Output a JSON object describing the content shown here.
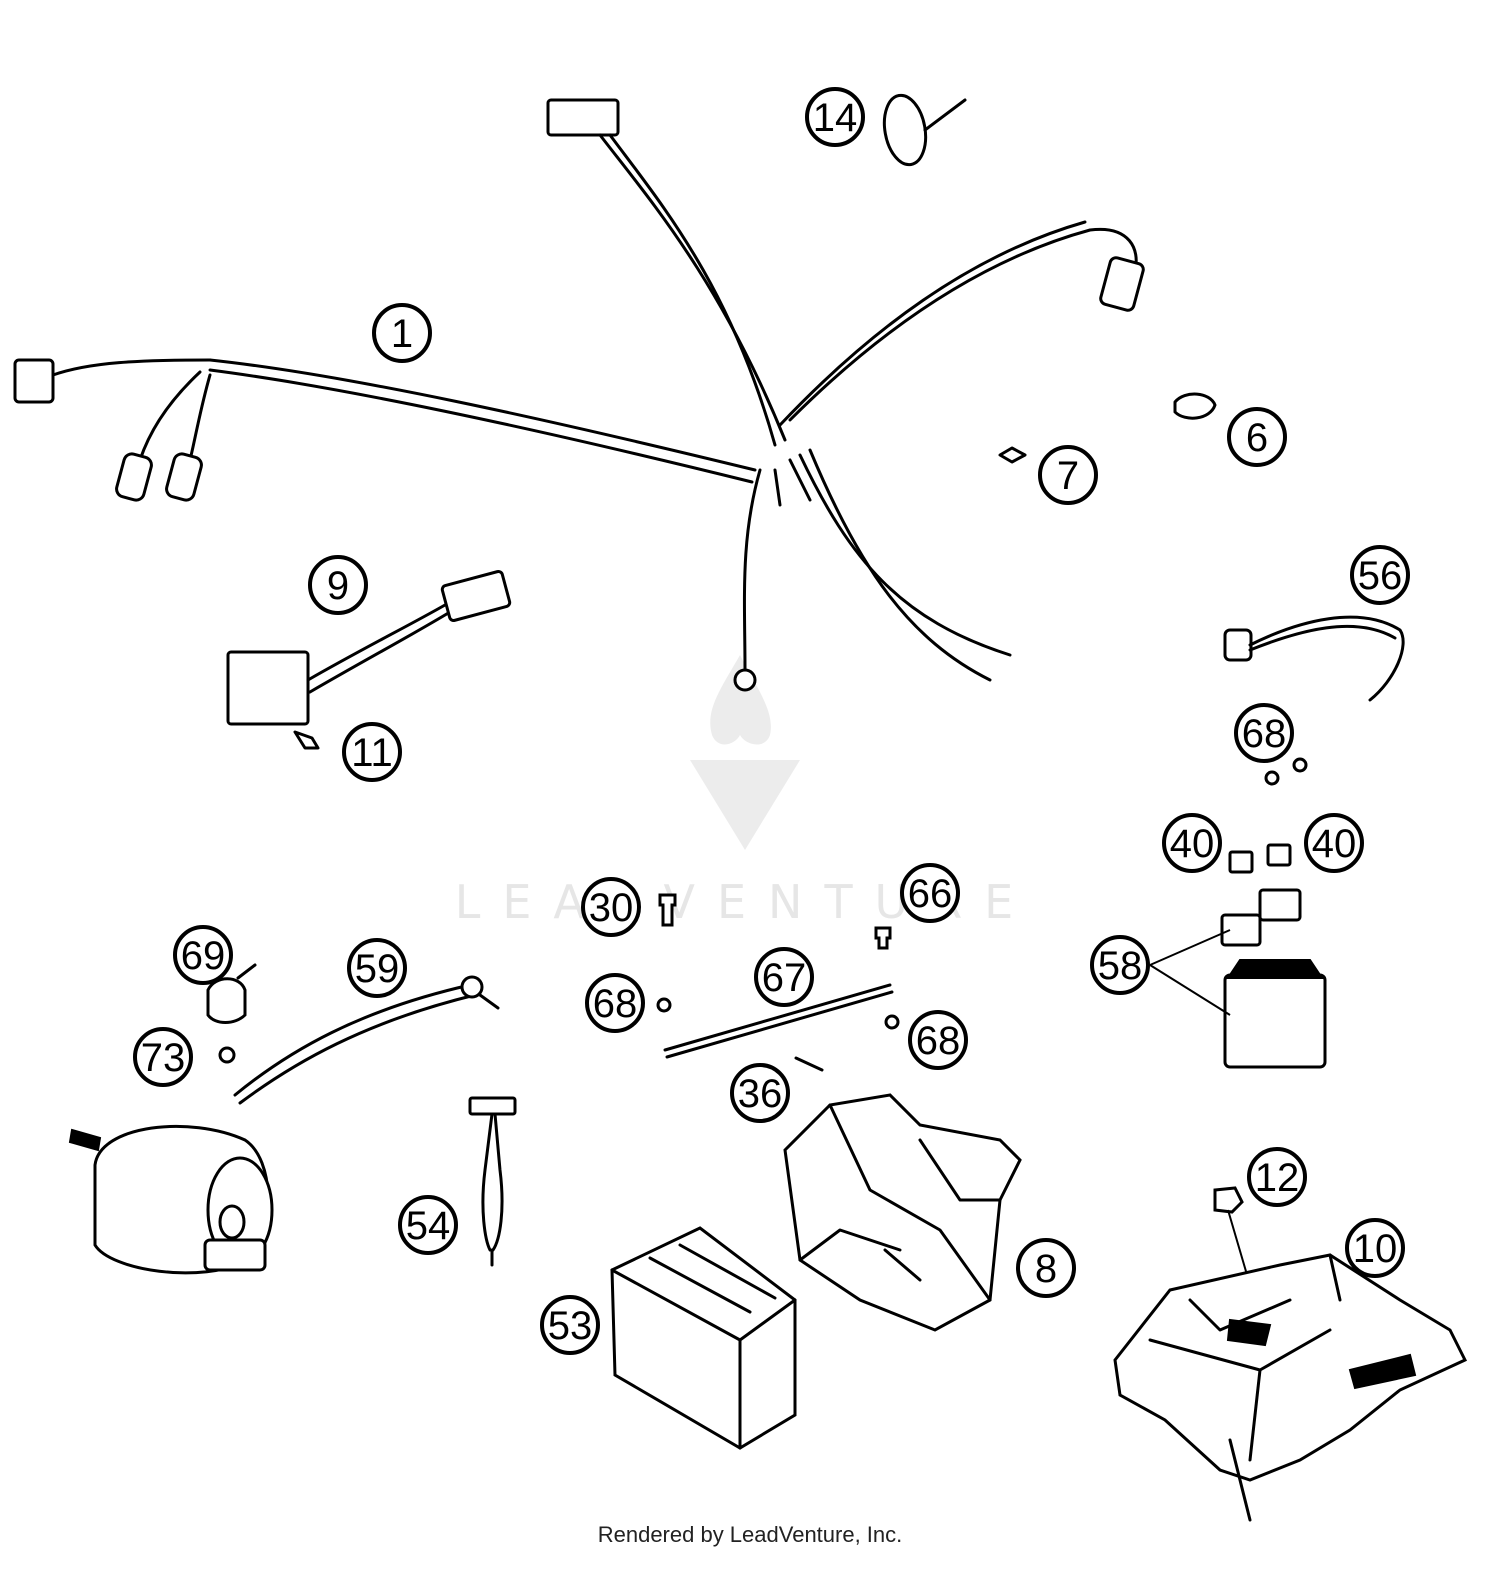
{
  "diagram": {
    "callouts": [
      {
        "id": "1",
        "label": "1"
      },
      {
        "id": "14",
        "label": "14"
      },
      {
        "id": "6",
        "label": "6"
      },
      {
        "id": "7",
        "label": "7"
      },
      {
        "id": "9",
        "label": "9"
      },
      {
        "id": "11",
        "label": "11"
      },
      {
        "id": "56",
        "label": "56"
      },
      {
        "id": "68a",
        "label": "68"
      },
      {
        "id": "40a",
        "label": "40"
      },
      {
        "id": "40b",
        "label": "40"
      },
      {
        "id": "30",
        "label": "30"
      },
      {
        "id": "66",
        "label": "66"
      },
      {
        "id": "58",
        "label": "58"
      },
      {
        "id": "69",
        "label": "69"
      },
      {
        "id": "59",
        "label": "59"
      },
      {
        "id": "67",
        "label": "67"
      },
      {
        "id": "68b",
        "label": "68"
      },
      {
        "id": "68c",
        "label": "68"
      },
      {
        "id": "73",
        "label": "73"
      },
      {
        "id": "36",
        "label": "36"
      },
      {
        "id": "12",
        "label": "12"
      },
      {
        "id": "54",
        "label": "54"
      },
      {
        "id": "8",
        "label": "8"
      },
      {
        "id": "10",
        "label": "10"
      },
      {
        "id": "53",
        "label": "53"
      }
    ],
    "watermark": "LEADVENTURE",
    "footer": "Rendered by LeadVenture, Inc."
  }
}
